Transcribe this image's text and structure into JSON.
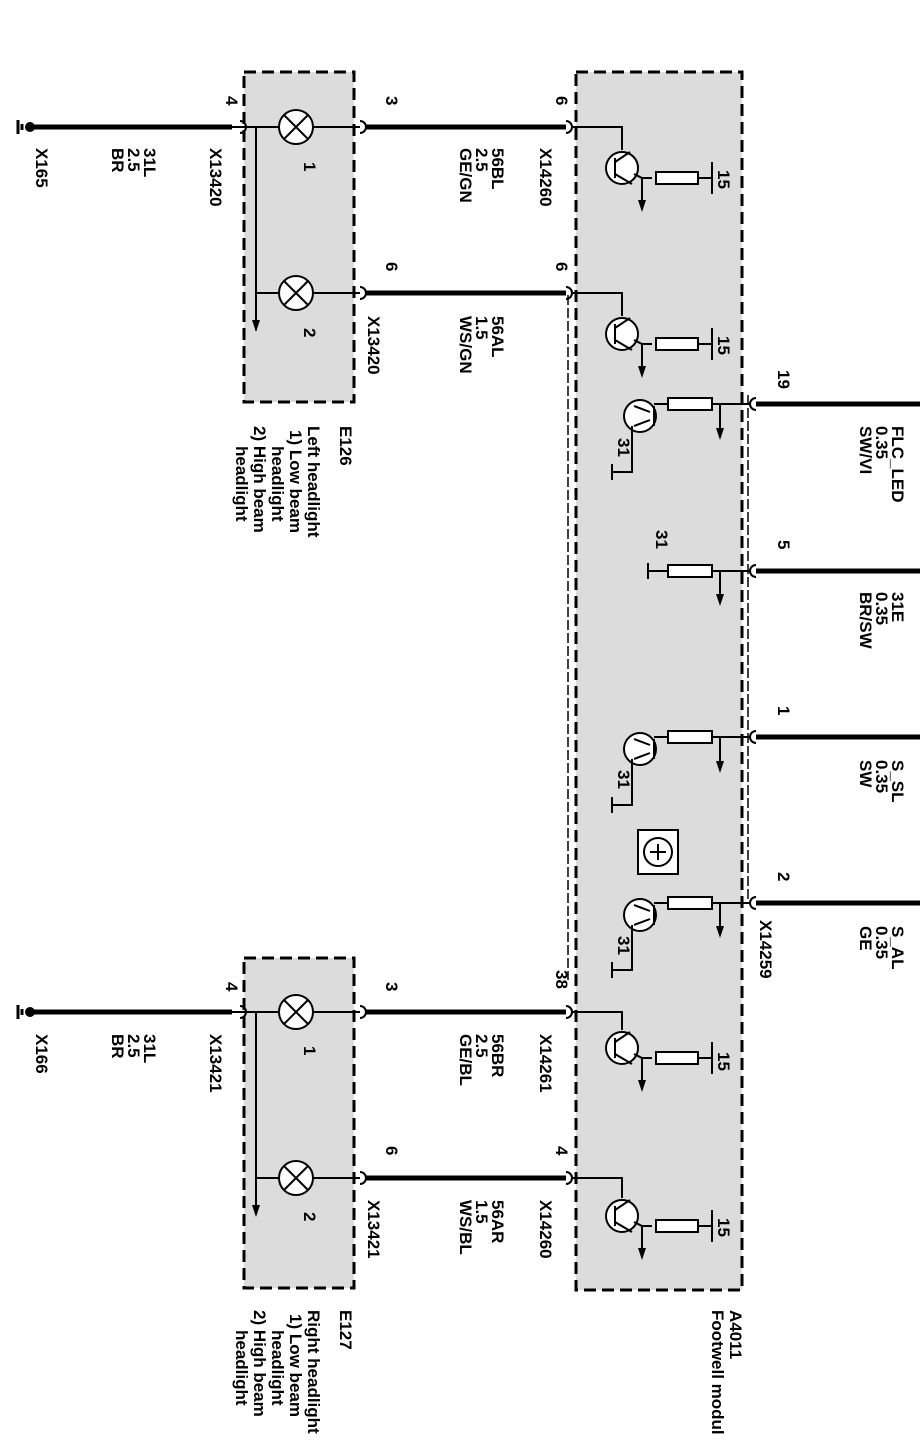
{
  "left_headlight": {
    "ground": "X165",
    "ground_wire": [
      "31L",
      "2.5",
      "BR"
    ],
    "pin_ground": "4",
    "plug": "X13420",
    "lamp1": "1",
    "lamp2": "2",
    "pin_low": "3",
    "pin_high": "6",
    "plug_high": "X13420",
    "wire_low": [
      "56BL",
      "2.5",
      "GE/GN"
    ],
    "wire_high": [
      "56AL",
      "1.5",
      "WS/GN"
    ],
    "id": "E126",
    "desc": [
      "Left headlight",
      "1) Low beam",
      "headlight",
      "2) High beam",
      "headlight"
    ]
  },
  "right_headlight": {
    "ground": "X166",
    "ground_wire": [
      "31L",
      "2.5",
      "BR"
    ],
    "pin_ground": "4",
    "plug": "X13421",
    "lamp1": "1",
    "lamp2": "2",
    "pin_low": "3",
    "pin_high": "6",
    "plug_high": "X13421",
    "wire_low": [
      "56BR",
      "2.5",
      "GE/BL"
    ],
    "wire_high": [
      "56AR",
      "1.5",
      "WS/BL"
    ],
    "id": "E127",
    "desc": [
      "Right headlight",
      "1) Low beam",
      "headlight",
      "2) High beam",
      "headlight"
    ]
  },
  "module": {
    "id": "A4011",
    "name": "Footwell modul",
    "conn_left": "X14260",
    "conn_right": "X14261",
    "conn_right2": "X14260",
    "conn_top": "X14259",
    "pin_a": "6",
    "pin_b": "6",
    "pin_c": "38",
    "pin_d": "4",
    "supply": "15",
    "gnd": "31"
  },
  "signals": [
    {
      "pin": "19",
      "name": "FLC_LED",
      "gauge": "0.35",
      "color": "SW/VI"
    },
    {
      "pin": "5",
      "name": "31E",
      "gauge": "0.35",
      "color": "BR/SW"
    },
    {
      "pin": "1",
      "name": "S_SL",
      "gauge": "0.35",
      "color": "SW"
    },
    {
      "pin": "2",
      "name": "S_AL",
      "gauge": "0.35",
      "color": "GE"
    }
  ]
}
